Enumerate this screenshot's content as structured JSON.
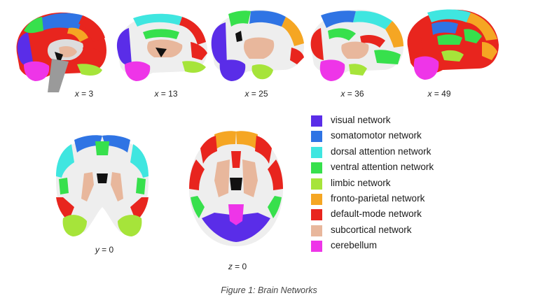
{
  "figure": {
    "caption": "Figure 1: Brain Networks",
    "sagittal_slices": [
      {
        "axis": "x",
        "value": "3"
      },
      {
        "axis": "x",
        "value": "13"
      },
      {
        "axis": "x",
        "value": "25"
      },
      {
        "axis": "x",
        "value": "36"
      },
      {
        "axis": "x",
        "value": "49"
      }
    ],
    "coronal_slice": {
      "axis": "y",
      "value": "0"
    },
    "axial_slice": {
      "axis": "z",
      "value": "0"
    },
    "legend": [
      {
        "label": "visual network",
        "color": "#5a2de8"
      },
      {
        "label": "somatomotor network",
        "color": "#2f74e4"
      },
      {
        "label": "dorsal attention network",
        "color": "#3fe6e0"
      },
      {
        "label": "ventral attention network",
        "color": "#37e04c"
      },
      {
        "label": "limbic network",
        "color": "#a6e43a"
      },
      {
        "label": "fronto-parietal network",
        "color": "#f5a623"
      },
      {
        "label": "default-mode network",
        "color": "#e8251e"
      },
      {
        "label": "subcortical network",
        "color": "#e8b79c"
      },
      {
        "label": "cerebellum",
        "color": "#ee35e8"
      }
    ]
  }
}
